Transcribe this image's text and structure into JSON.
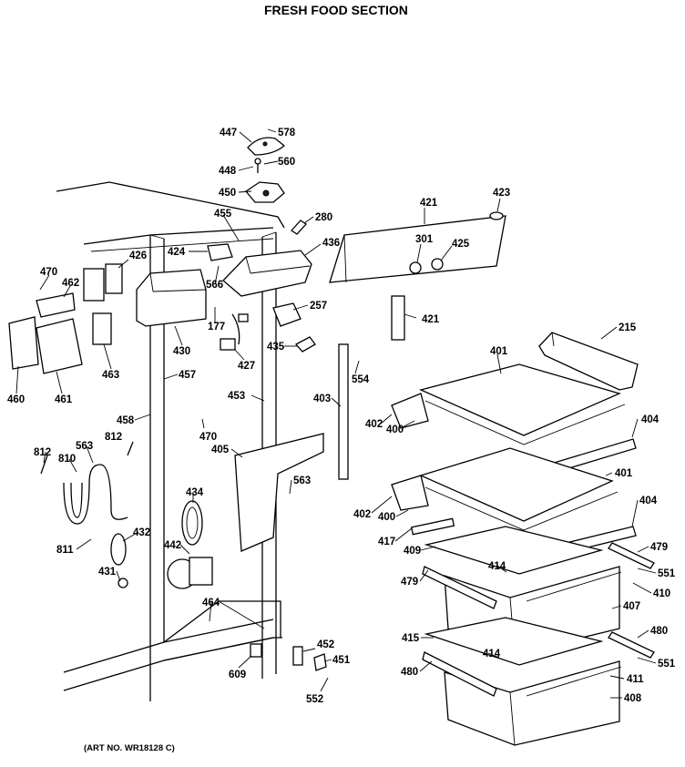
{
  "title": "FRESH FOOD SECTION",
  "art_number": "(ART NO. WR18128 C)",
  "callouts": [
    "447",
    "578",
    "448",
    "560",
    "450",
    "455",
    "280",
    "421",
    "423",
    "424",
    "426",
    "436",
    "301",
    "425",
    "470",
    "462",
    "566",
    "257",
    "177",
    "421",
    "460",
    "461",
    "463",
    "430",
    "427",
    "435",
    "215",
    "401",
    "457",
    "453",
    "554",
    "403",
    "458",
    "402",
    "400",
    "404",
    "812",
    "563",
    "470",
    "405",
    "810",
    "563",
    "401",
    "434",
    "402",
    "400",
    "404",
    "432",
    "417",
    "479",
    "442",
    "409",
    "811",
    "414",
    "551",
    "431",
    "479",
    "410",
    "407",
    "464",
    "415",
    "480",
    "452",
    "414",
    "451",
    "551",
    "609",
    "480",
    "411",
    "552",
    "408"
  ]
}
